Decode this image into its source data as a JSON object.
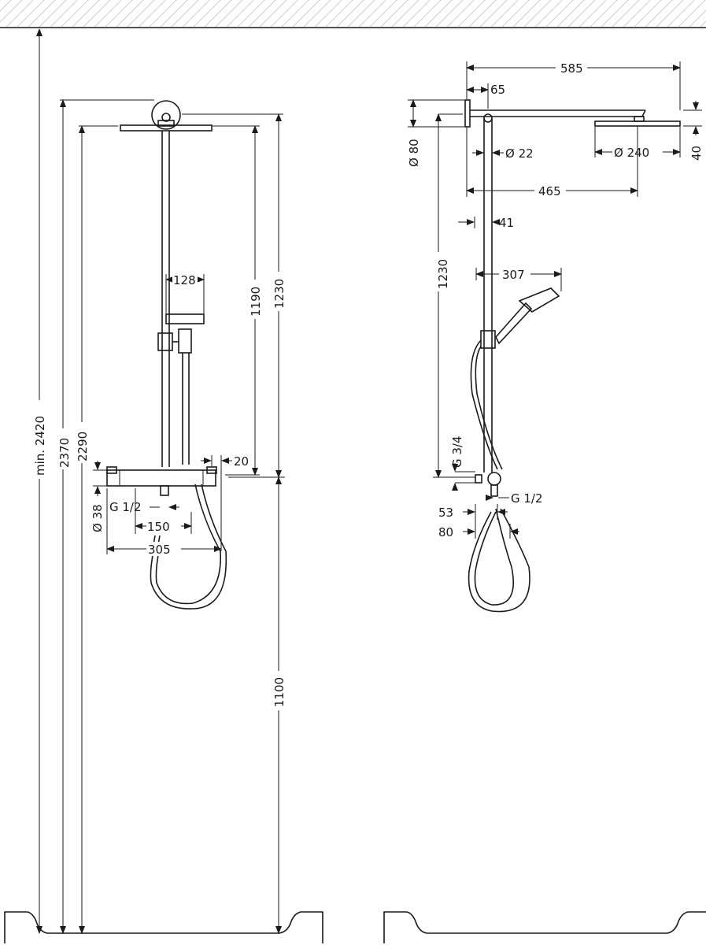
{
  "front_view": {
    "dims": {
      "min_height": "min. 2420",
      "d2370": "2370",
      "d2290": "2290",
      "d1190": "1190",
      "d1230": "1230",
      "d128": "128",
      "d20": "20",
      "d38": "Ø 38",
      "g12": "G 1/2",
      "d150": "150",
      "d305": "305",
      "d1100": "1100"
    }
  },
  "side_view": {
    "dims": {
      "d585": "585",
      "d65": "65",
      "d80": "Ø 80",
      "d22": "Ø 22",
      "d240": "Ø 240",
      "d40": "40",
      "d465": "465",
      "d41": "41",
      "d1230": "1230",
      "d307": "307",
      "g34": "G 3/4",
      "d53": "53",
      "g12": "G 1/2",
      "d80b": "80"
    }
  }
}
